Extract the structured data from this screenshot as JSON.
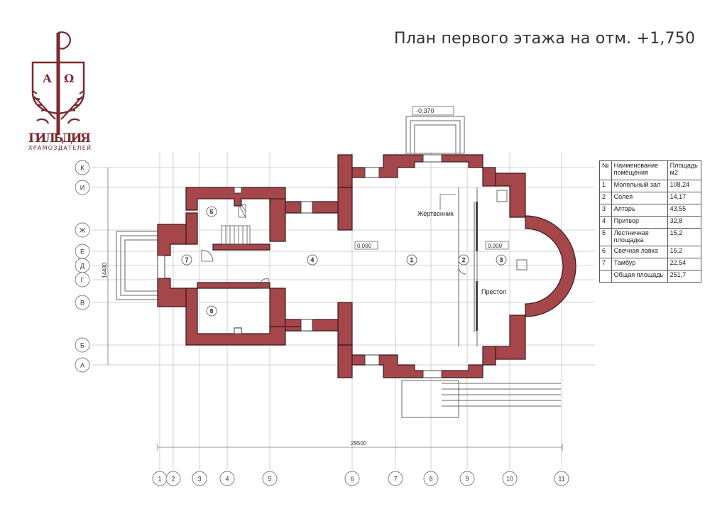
{
  "title": "План первого этажа на отм. +1,750",
  "logo": {
    "letters": [
      "А",
      "Ω"
    ],
    "name": "ГИЛЬДИЯ",
    "subtitle": "ХРАМОЗДАТЕЛЕЙ"
  },
  "colors": {
    "wall": "#a5464b",
    "wall_stroke": "#3a1a1c",
    "grid": "#bdbdbd",
    "logo": "#7b2a2e"
  },
  "axes_rows": [
    "К",
    "И",
    "Ж",
    "Е",
    "Д",
    "Г",
    "В",
    "Б",
    "А"
  ],
  "axes_cols": [
    "1",
    "2",
    "3",
    "4",
    "5",
    "6",
    "7",
    "8",
    "9",
    "10",
    "11"
  ],
  "dimensions": {
    "total_width": "29500",
    "total_height": "14480"
  },
  "levels": {
    "porch": "-0.370",
    "hall": "0.000",
    "altar": "0.000"
  },
  "labels": {
    "zhertvennik": "Жертвенник",
    "prestol": "Престол"
  },
  "room_markers": [
    "1",
    "2",
    "3",
    "4",
    "5",
    "6",
    "7"
  ],
  "table": {
    "headers": [
      "№",
      "Наименование помещения",
      "Площадь м2"
    ],
    "rows": [
      {
        "num": "1",
        "name": "Молельный зал",
        "area": "108,24"
      },
      {
        "num": "2",
        "name": "Солея",
        "area": "14,17"
      },
      {
        "num": "3",
        "name": "Алтарь",
        "area": "43,55"
      },
      {
        "num": "4",
        "name": "Притвор",
        "area": "32,8"
      },
      {
        "num": "5",
        "name": "Лестничная площадка",
        "area": "15,2"
      },
      {
        "num": "6",
        "name": "Свечная лавка",
        "area": "15,2"
      },
      {
        "num": "7",
        "name": "Тамбур",
        "area": "22,54"
      }
    ],
    "total_label": "Общая площадь",
    "total_area": "251,7"
  }
}
